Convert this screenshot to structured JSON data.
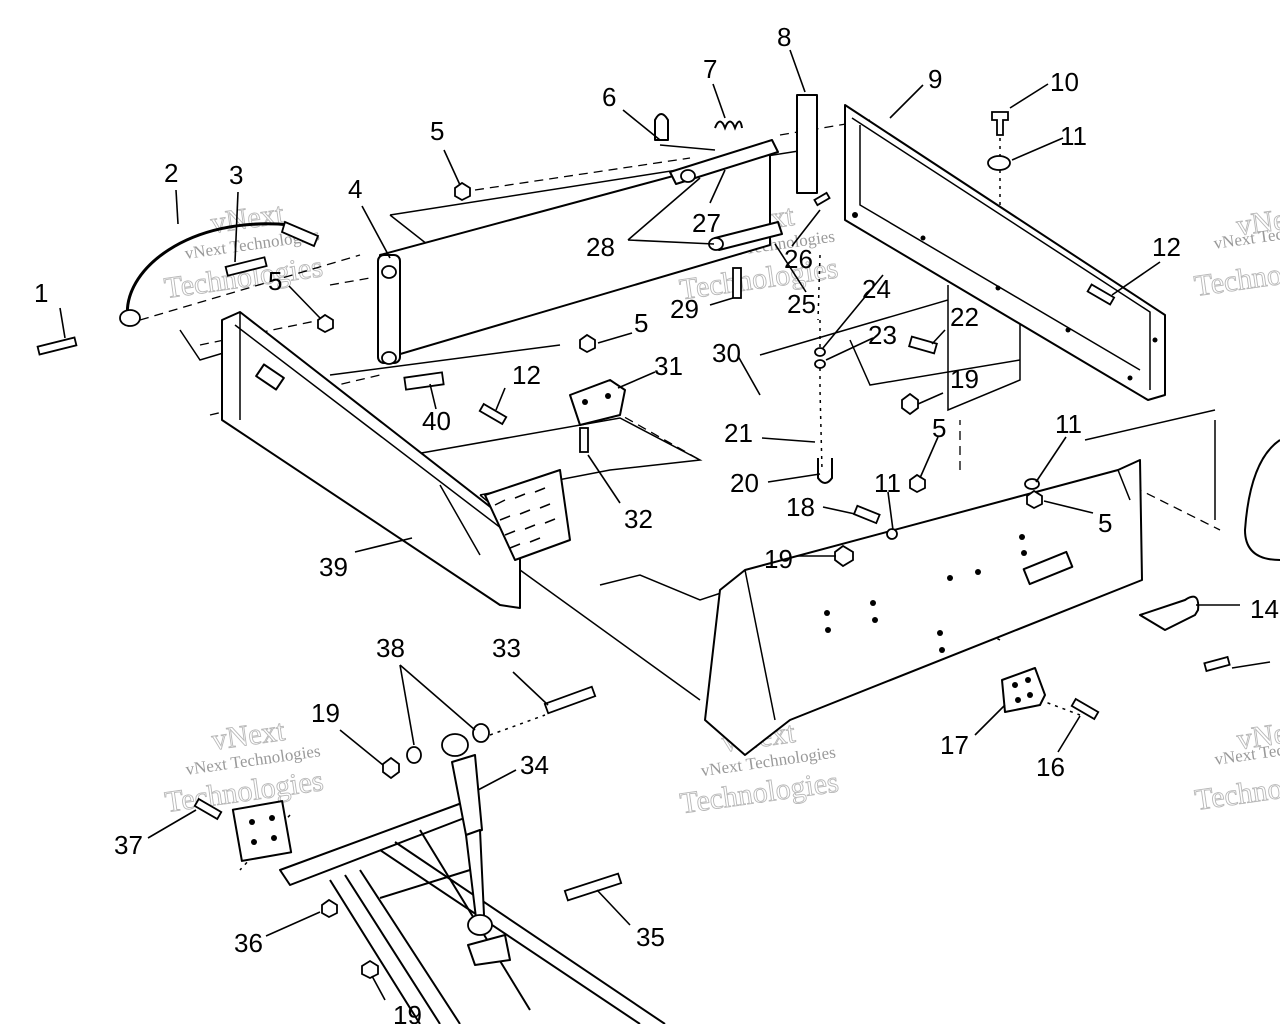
{
  "watermark": {
    "line1": "vNext",
    "line2": "vNext Technologies",
    "line3": "Technologies"
  },
  "callouts": [
    {
      "id": "c1",
      "text": "1"
    },
    {
      "id": "c2",
      "text": "2"
    },
    {
      "id": "c3",
      "text": "3"
    },
    {
      "id": "c4",
      "text": "4"
    },
    {
      "id": "c5a",
      "text": "5"
    },
    {
      "id": "c5b",
      "text": "5"
    },
    {
      "id": "c5c",
      "text": "5"
    },
    {
      "id": "c5d",
      "text": "5"
    },
    {
      "id": "c5e",
      "text": "5"
    },
    {
      "id": "c6",
      "text": "6"
    },
    {
      "id": "c7",
      "text": "7"
    },
    {
      "id": "c8",
      "text": "8"
    },
    {
      "id": "c9",
      "text": "9"
    },
    {
      "id": "c10",
      "text": "10"
    },
    {
      "id": "c11a",
      "text": "11"
    },
    {
      "id": "c11b",
      "text": "11"
    },
    {
      "id": "c11c",
      "text": "11"
    },
    {
      "id": "c12a",
      "text": "12"
    },
    {
      "id": "c12b",
      "text": "12"
    },
    {
      "id": "c14",
      "text": "14"
    },
    {
      "id": "c16",
      "text": "16"
    },
    {
      "id": "c17",
      "text": "17"
    },
    {
      "id": "c18",
      "text": "18"
    },
    {
      "id": "c19a",
      "text": "19"
    },
    {
      "id": "c19b",
      "text": "19"
    },
    {
      "id": "c19c",
      "text": "19"
    },
    {
      "id": "c20",
      "text": "20"
    },
    {
      "id": "c21",
      "text": "21"
    },
    {
      "id": "c22",
      "text": "22"
    },
    {
      "id": "c23",
      "text": "23"
    },
    {
      "id": "c24",
      "text": "24"
    },
    {
      "id": "c25",
      "text": "25"
    },
    {
      "id": "c26",
      "text": "26"
    },
    {
      "id": "c27",
      "text": "27"
    },
    {
      "id": "c28",
      "text": "28"
    },
    {
      "id": "c29",
      "text": "29"
    },
    {
      "id": "c30",
      "text": "30"
    },
    {
      "id": "c31",
      "text": "31"
    },
    {
      "id": "c32",
      "text": "32"
    },
    {
      "id": "c33",
      "text": "33"
    },
    {
      "id": "c34",
      "text": "34"
    },
    {
      "id": "c35",
      "text": "35"
    },
    {
      "id": "c36",
      "text": "36"
    },
    {
      "id": "c37",
      "text": "37"
    },
    {
      "id": "c38",
      "text": "38"
    },
    {
      "id": "c39",
      "text": "39"
    },
    {
      "id": "c40",
      "text": "40"
    },
    {
      "id": "c19d",
      "text": "19"
    }
  ]
}
